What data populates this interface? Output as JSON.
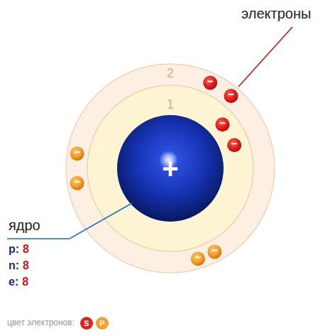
{
  "diagram": {
    "nodes": [
      {
        "text": [
          "2"
        ]
      },
      {
        "text": [
          "1"
        ],
        "in": 0
      },
      {
        "text": [
          "+"
        ],
        "in": 1
      }
    ],
    "labels": [
      "электроны",
      "ядро",
      "p:",
      "8",
      "n:",
      "8",
      "e:",
      "8",
      "цвет электронов:"
    ],
    "legend": [
      {
        "text": "S",
        "color": "#e3201e"
      },
      {
        "text": "P",
        "color": "#f2a22c"
      }
    ]
  }
}
